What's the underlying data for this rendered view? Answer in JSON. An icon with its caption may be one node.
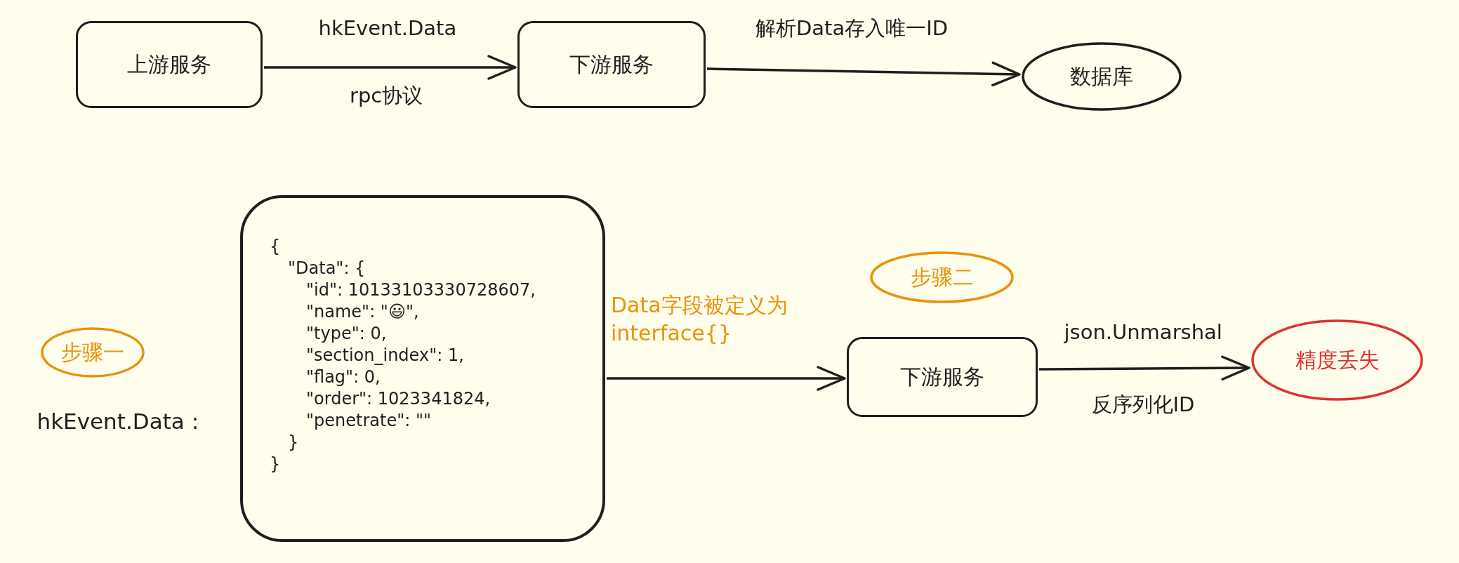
{
  "diagram": {
    "nodes": [
      {
        "text": [
          "上游服务"
        ]
      },
      {
        "text": [
          "下游服务"
        ]
      },
      {
        "text": [
          "数据库"
        ]
      },
      {
        "text": [
          "步骤一"
        ]
      },
      {
        "text": [
          "{",
          "\"Data\": {",
          "\"id\": 10133103330728607,",
          "\"name\": \"😃\",",
          "\"type\": 0,",
          "\"section_index\": 1,",
          "\"flag\": 0,",
          "\"order\": 1023341824,",
          "\"penetrate\": \"\"",
          "}",
          "}"
        ]
      },
      {
        "text": [
          "步骤二"
        ]
      },
      {
        "text": [
          "下游服务"
        ]
      },
      {
        "text": [
          "精度丢失"
        ]
      }
    ],
    "edges": [
      {
        "from": 0,
        "to": 1,
        "arrow": "to",
        "label": "hkEvent.Data"
      },
      {
        "from": 1,
        "to": 2,
        "arrow": "to",
        "label": "解析Data存入唯一ID"
      },
      {
        "from": 4,
        "to": 6,
        "arrow": "to",
        "label": "Data字段被定义为interface{}"
      },
      {
        "from": 6,
        "to": 7,
        "arrow": "to",
        "label": "json.Unmarshal"
      }
    ],
    "labels": [
      "rpc协议",
      "hkEvent.Data :",
      "反序列化ID"
    ]
  }
}
